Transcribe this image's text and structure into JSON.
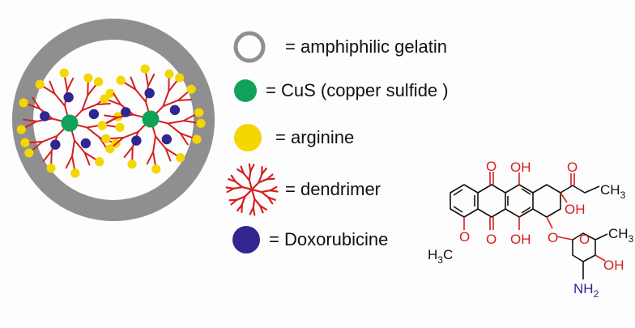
{
  "legend": {
    "gelatin": "= amphiphilic gelatin",
    "cus": "= CuS (copper sulfide )",
    "arginine": "= arginine",
    "dendrimer": "= dendrimer",
    "doxorubicine": "= Doxorubicine"
  },
  "molecule": {
    "atom_o": "O",
    "atom_oh": "OH",
    "atom_ch3": "CH",
    "sub_3": "3",
    "h3c_h": "H",
    "h3c_c": "C",
    "atom_nh": "NH",
    "sub_2": "2"
  },
  "colors": {
    "gelatin_ring": "#8f8f8f",
    "cus": "#0fa35a",
    "arginine": "#f4d600",
    "dendrimer": "#d42020",
    "doxorubicine": "#30268f",
    "oxygen": "#d42020",
    "nitrogen": "#30268f",
    "bond": "#111111"
  }
}
